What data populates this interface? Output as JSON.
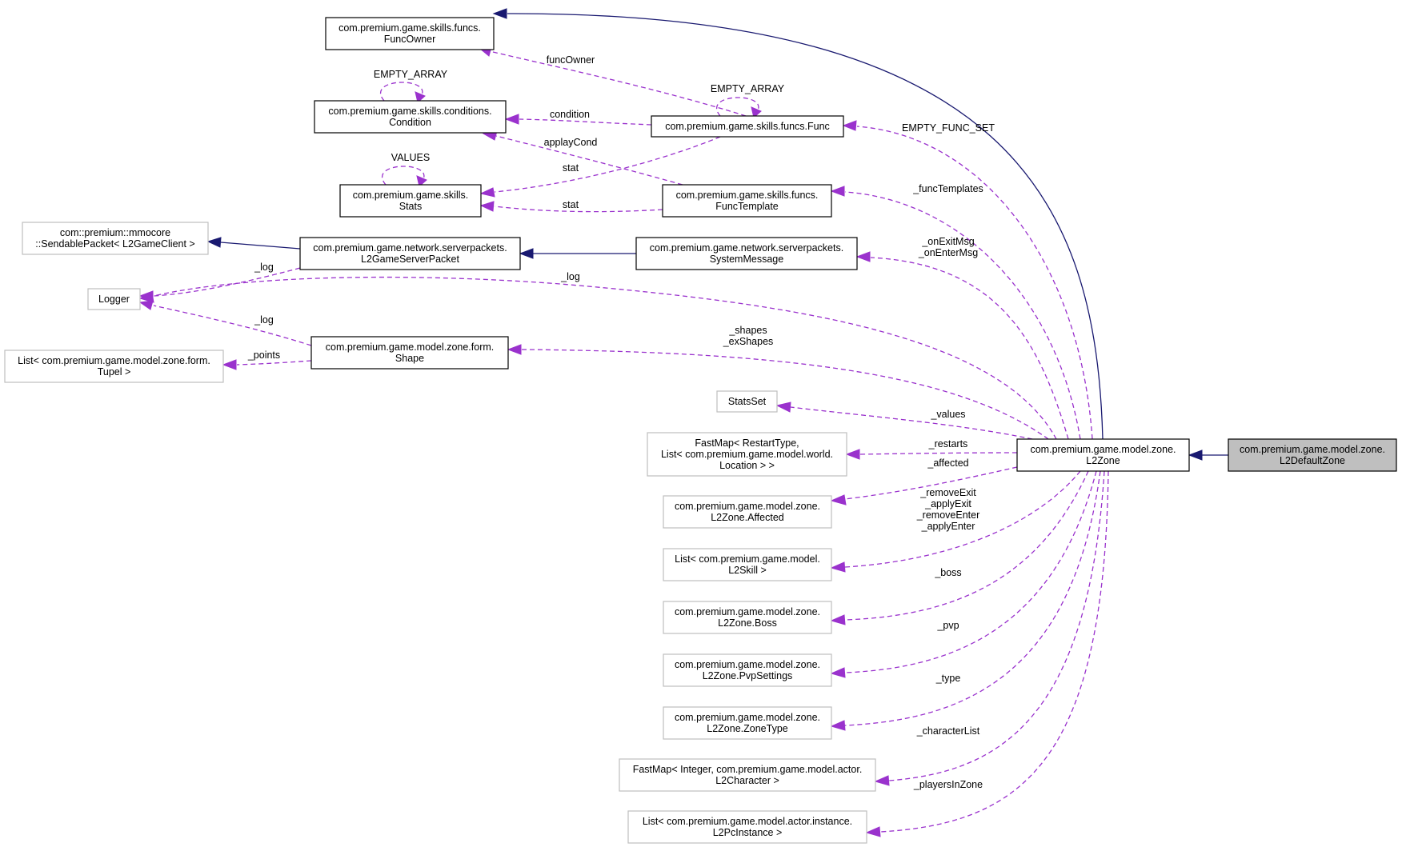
{
  "nodes": {
    "funcowner": {
      "lines": [
        "com.premium.game.skills.funcs.",
        "FuncOwner"
      ]
    },
    "condition": {
      "lines": [
        "com.premium.game.skills.conditions.",
        "Condition"
      ]
    },
    "func": {
      "lines": [
        "com.premium.game.skills.funcs.Func"
      ]
    },
    "stats": {
      "lines": [
        "com.premium.game.skills.",
        "Stats"
      ]
    },
    "functemplate": {
      "lines": [
        "com.premium.game.skills.funcs.",
        "FuncTemplate"
      ]
    },
    "sendable": {
      "lines": [
        "com::premium::mmocore",
        "::SendablePacket< L2GameClient >"
      ]
    },
    "l2gameserverpacket": {
      "lines": [
        "com.premium.game.network.serverpackets.",
        "L2GameServerPacket"
      ]
    },
    "systemmessage": {
      "lines": [
        "com.premium.game.network.serverpackets.",
        "SystemMessage"
      ]
    },
    "logger": {
      "lines": [
        "Logger"
      ]
    },
    "shape": {
      "lines": [
        "com.premium.game.model.zone.form.",
        "Shape"
      ]
    },
    "listtupel": {
      "lines": [
        "List< com.premium.game.model.zone.form.",
        "Tupel >"
      ]
    },
    "statsset": {
      "lines": [
        "StatsSet"
      ]
    },
    "fastmaprestart": {
      "lines": [
        "FastMap< RestartType,",
        "List< com.premium.game.model.world.",
        "Location > >"
      ]
    },
    "affected": {
      "lines": [
        "com.premium.game.model.zone.",
        "L2Zone.Affected"
      ]
    },
    "listskill": {
      "lines": [
        "List< com.premium.game.model.",
        "L2Skill >"
      ]
    },
    "boss": {
      "lines": [
        "com.premium.game.model.zone.",
        "L2Zone.Boss"
      ]
    },
    "pvpsettings": {
      "lines": [
        "com.premium.game.model.zone.",
        "L2Zone.PvpSettings"
      ]
    },
    "zonetype": {
      "lines": [
        "com.premium.game.model.zone.",
        "L2Zone.ZoneType"
      ]
    },
    "fastmapchar": {
      "lines": [
        "FastMap< Integer, com.premium.game.model.actor.",
        "L2Character >"
      ]
    },
    "listpc": {
      "lines": [
        "List< com.premium.game.model.actor.instance.",
        "L2PcInstance >"
      ]
    },
    "l2zone": {
      "lines": [
        "com.premium.game.model.zone.",
        "L2Zone"
      ]
    },
    "l2defaultzone": {
      "lines": [
        "com.premium.game.model.zone.",
        "L2DefaultZone"
      ]
    }
  },
  "edges": {
    "inherit_zone_default": {
      "label": []
    },
    "inherit_funcowner_zone": {
      "label": []
    },
    "inherit_sendable_gsp": {
      "label": []
    },
    "inherit_gsp_sysmsg": {
      "label": []
    },
    "func_funcowner": {
      "label": [
        "funcOwner"
      ]
    },
    "cond_self": {
      "label": [
        "EMPTY_ARRAY"
      ]
    },
    "func_self": {
      "label": [
        "EMPTY_ARRAY"
      ]
    },
    "func_condition": {
      "label": [
        "condition"
      ]
    },
    "functemplate_condition": {
      "label": [
        "applayCond"
      ]
    },
    "stats_self": {
      "label": [
        "VALUES"
      ]
    },
    "func_stats": {
      "label": [
        "stat"
      ]
    },
    "functemplate_stats": {
      "label": [
        "stat"
      ]
    },
    "zone_func": {
      "label": [
        "EMPTY_FUNC_SET"
      ]
    },
    "zone_functemplate": {
      "label": [
        "_funcTemplates"
      ]
    },
    "zone_sysmsg": {
      "label": [
        "_onExitMsg",
        "_onEnterMsg"
      ]
    },
    "gsp_logger": {
      "label": [
        "_log"
      ]
    },
    "zone_logger": {
      "label": [
        "_log"
      ]
    },
    "shape_logger": {
      "label": [
        "_log"
      ]
    },
    "shape_tupel": {
      "label": [
        "_points"
      ]
    },
    "zone_shape": {
      "label": [
        "_shapes",
        "_exShapes"
      ]
    },
    "zone_statsset": {
      "label": [
        "_values"
      ]
    },
    "zone_restart": {
      "label": [
        "_restarts"
      ]
    },
    "zone_affected": {
      "label": [
        "_affected"
      ]
    },
    "zone_skill": {
      "label": [
        "_removeExit",
        "_applyExit",
        "_removeEnter",
        "_applyEnter"
      ]
    },
    "zone_boss": {
      "label": [
        "_boss"
      ]
    },
    "zone_pvp": {
      "label": [
        "_pvp"
      ]
    },
    "zone_type": {
      "label": [
        "_type"
      ]
    },
    "zone_char": {
      "label": [
        "_characterList"
      ]
    },
    "zone_pc": {
      "label": [
        "_playersInZone"
      ]
    }
  },
  "colors": {
    "inheritance": "#191970",
    "usage": "#9a32cd",
    "focus_fill": "#bfbfbf"
  }
}
